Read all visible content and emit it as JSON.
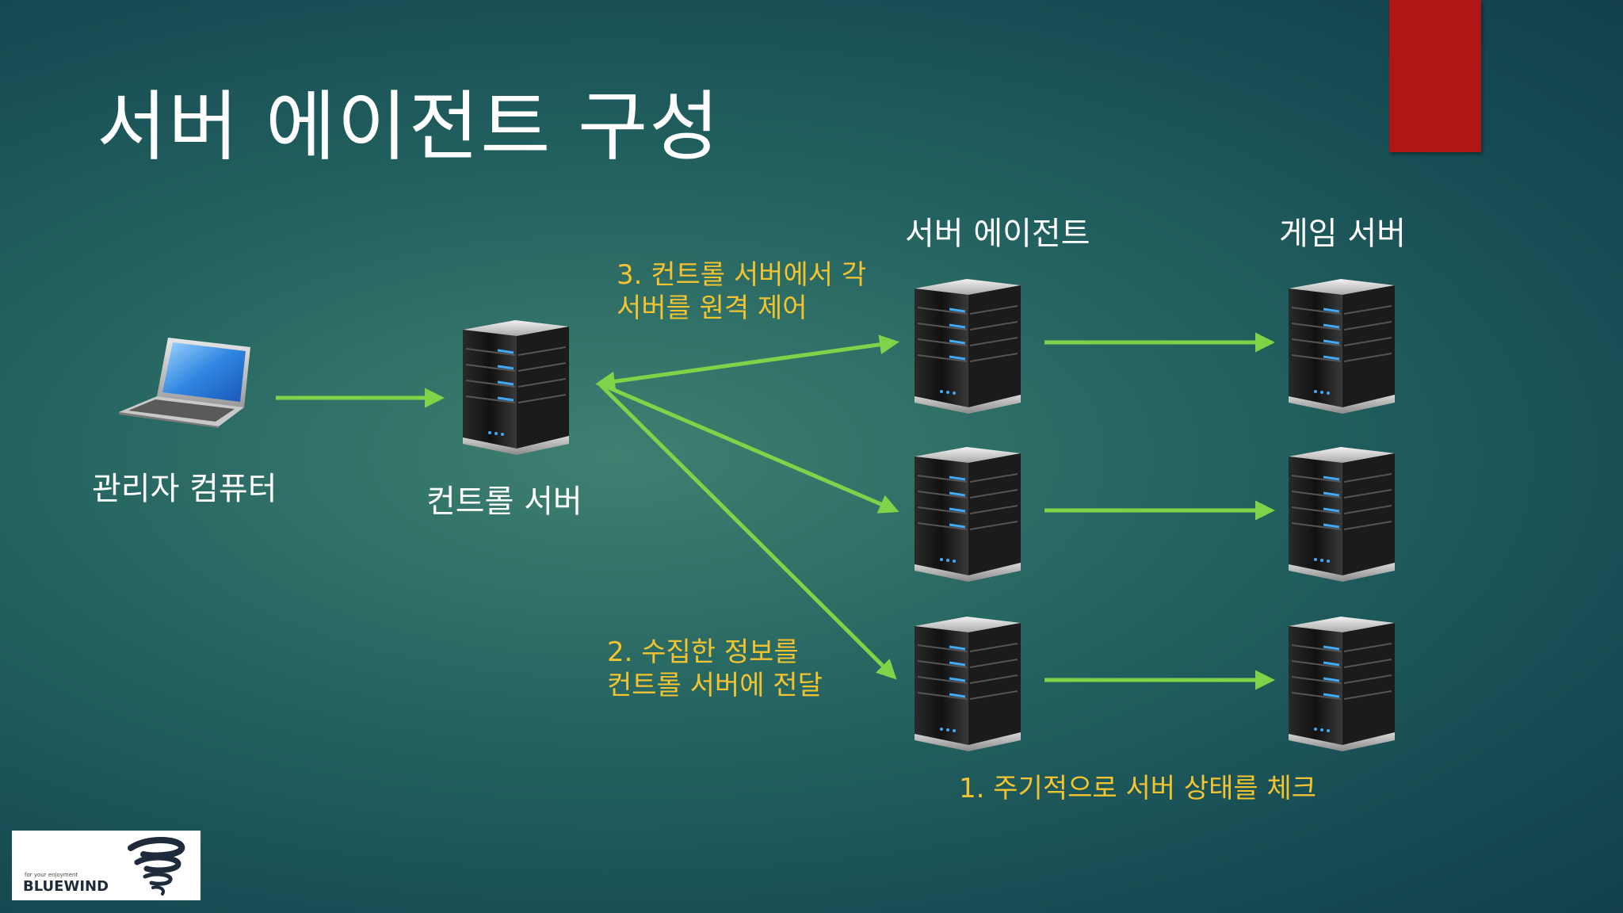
{
  "title": "서버 에이전트 구성",
  "labels": {
    "admin_pc": "관리자 컴퓨터",
    "control_server": "컨트롤 서버",
    "server_agent": "서버 에이전트",
    "game_server": "게임 서버"
  },
  "notes": {
    "step3": [
      "3. 컨트롤 서버에서 각",
      "서버를 원격 제어"
    ],
    "step2": [
      "2. 수집한 정보를",
      "컨트롤 서버에 전달"
    ],
    "step1": "1. 주기적으로 서버 상태를 체크"
  },
  "logo": {
    "tagline": "for your enjoyment",
    "name": "BLUEWIND"
  },
  "colors": {
    "arrow": "#7ed348",
    "note": "#f4c430",
    "accent_tab": "#b01616",
    "server_led": "#3fa9f5"
  },
  "icons": [
    "laptop-icon",
    "server-icon",
    "bluewind-logo"
  ]
}
